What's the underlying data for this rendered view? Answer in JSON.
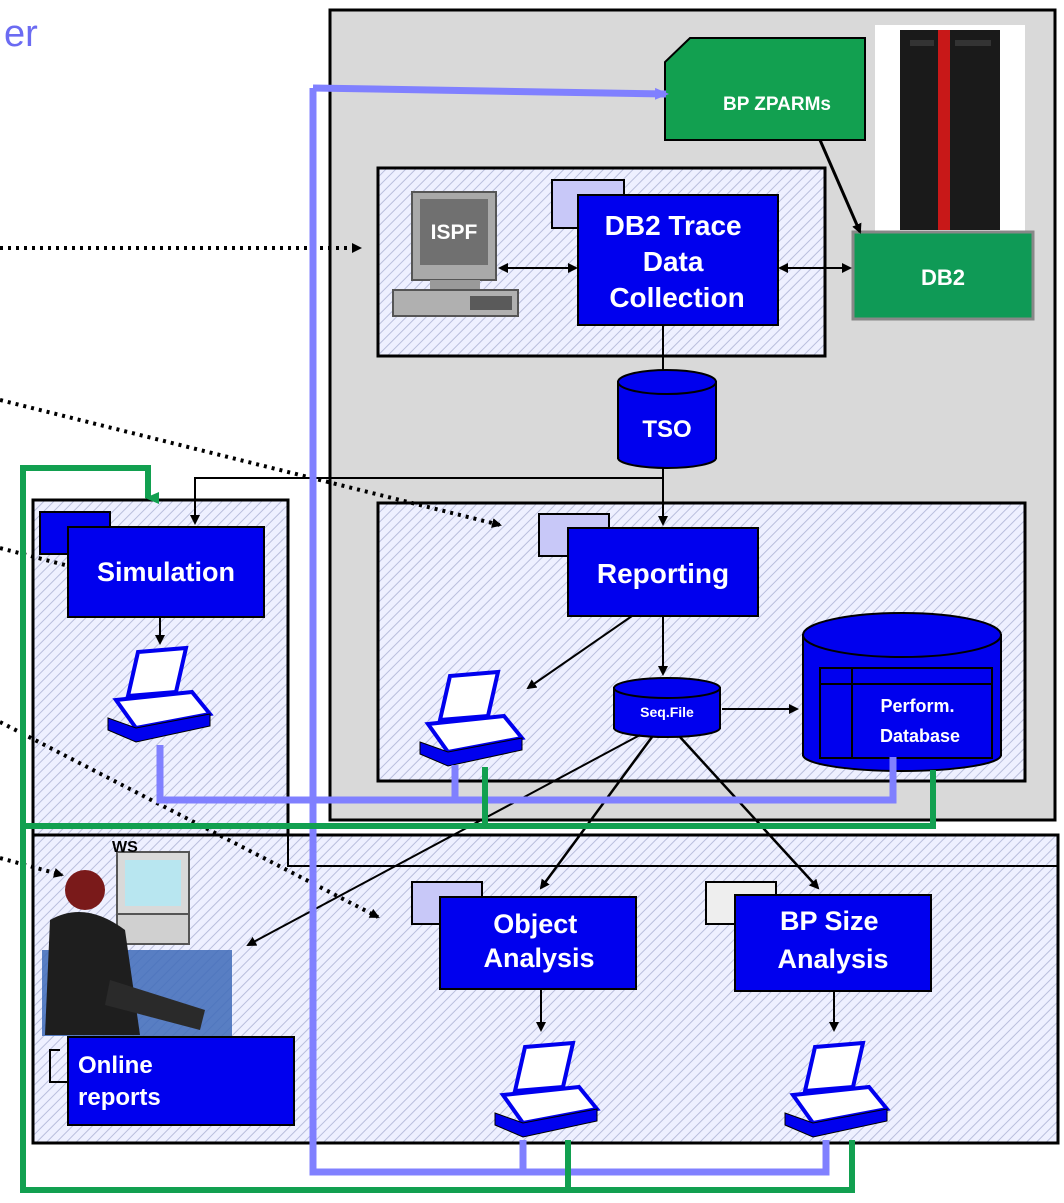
{
  "title_fragment": "er",
  "labels": {
    "bp_zparms": "BP ZPARMs",
    "ispf": "ISPF",
    "trace_collection": [
      "DB2 Trace",
      "Data",
      "Collection"
    ],
    "db2": "DB2",
    "tso": "TSO",
    "simulation": "Simulation",
    "reporting": "Reporting",
    "seq_file": "Seq.File",
    "perform_db": [
      "Perform.",
      "Database"
    ],
    "ws": "WS",
    "object_analysis": [
      "Object",
      "Analysis"
    ],
    "bp_size_analysis": [
      "BP Size",
      "Analysis"
    ],
    "online_reports": [
      "Online",
      "reports"
    ]
  },
  "colors": {
    "box_blue": "#0000ee",
    "green": "#12a050",
    "db2_green": "#0f9a56",
    "lavender": "#8080ff",
    "tab": "#c8c8f8",
    "panel_gray": "#d9d9d9"
  }
}
